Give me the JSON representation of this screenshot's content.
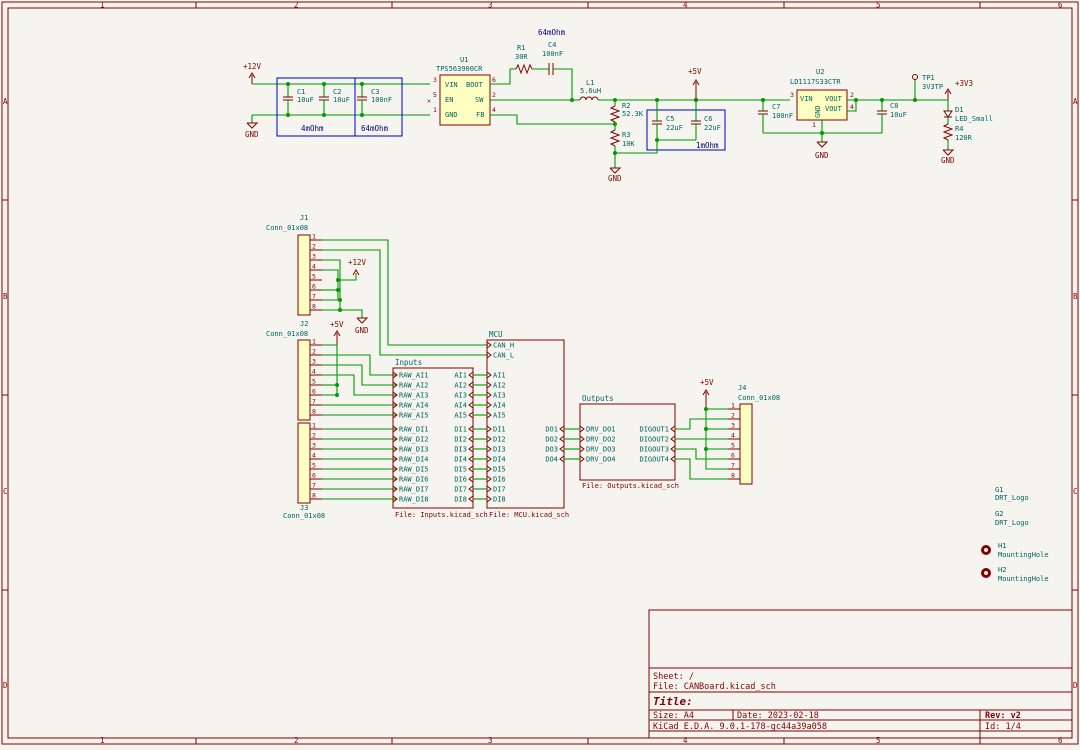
{
  "frame": {
    "columns": [
      "1",
      "2",
      "3",
      "4",
      "5",
      "6"
    ],
    "rows": [
      "A",
      "B",
      "C",
      "D"
    ]
  },
  "power_section": {
    "plus12_label": "+12V",
    "gnd_label": "GND",
    "plus5_label": "+5V",
    "plus3v3_label": "+3V3",
    "c1": {
      "ref": "C1",
      "value": "10uF"
    },
    "c2": {
      "ref": "C2",
      "value": "10uF"
    },
    "c3": {
      "ref": "C3",
      "value": "100nF"
    },
    "esr_4m": "4mOhm",
    "esr_64m": "64mOhm",
    "esr_64m_top": "64mOhm",
    "esr_1m": "1mOhm",
    "u1": {
      "ref": "U1",
      "value": "TPS563900CR",
      "pins": {
        "vin": "VIN",
        "en": "EN",
        "gnd": "GND",
        "boot": "BOOT",
        "sw": "SW",
        "fb": "FB"
      },
      "pin_numbers": [
        "3",
        "5",
        "1",
        "6",
        "2",
        "4"
      ]
    },
    "r1": {
      "ref": "R1",
      "value": "30R"
    },
    "c4": {
      "ref": "C4",
      "value": "100nF"
    },
    "l1": {
      "ref": "L1",
      "value": "5.6uH"
    },
    "r2": {
      "ref": "R2",
      "value": "52.3K"
    },
    "r3": {
      "ref": "R3",
      "value": "10K"
    },
    "c5": {
      "ref": "C5",
      "value": "22uF"
    },
    "c6": {
      "ref": "C6",
      "value": "22uF"
    },
    "u2": {
      "ref": "U2",
      "value": "LD1117S33CTR",
      "pins": {
        "vin": "VIN",
        "gnd": "GND",
        "vout1": "VOUT",
        "vout2": "VOUT"
      },
      "pin_numbers": [
        "3",
        "1",
        "2",
        "4"
      ]
    },
    "c7": {
      "ref": "C7",
      "value": "100nF"
    },
    "c8": {
      "ref": "C8",
      "value": "10uF"
    },
    "tp1": {
      "ref": "TP1",
      "value": "3V3TP"
    },
    "d1": {
      "ref": "D1",
      "value": "LED_Small"
    },
    "r4": {
      "ref": "R4",
      "value": "120R"
    }
  },
  "connectors": {
    "j1": {
      "ref": "J1",
      "value": "Conn_01x08"
    },
    "j2": {
      "ref": "J2",
      "value": "Conn_01x08"
    },
    "j3": {
      "ref": "J3",
      "value": "Conn_01x08"
    },
    "j4": {
      "ref": "J4",
      "value": "Conn_01x08"
    },
    "pins": [
      "1",
      "2",
      "3",
      "4",
      "5",
      "6",
      "7",
      "8"
    ]
  },
  "sheets": {
    "inputs": {
      "name": "Inputs",
      "file": "File: Inputs.kicad_sch",
      "left_pins": [
        "RAW_AI1",
        "RAW_AI2",
        "RAW_AI3",
        "RAW_AI4",
        "RAW_AI5",
        "RAW_DI1",
        "RAW_DI2",
        "RAW_DI3",
        "RAW_DI4",
        "RAW_DI5",
        "RAW_DI6",
        "RAW_DI7",
        "RAW_DI8"
      ],
      "right_pins": [
        "AI1",
        "AI2",
        "AI3",
        "AI4",
        "AI5",
        "DI1",
        "DI2",
        "DI3",
        "DI4",
        "DI5",
        "DI6",
        "DI7",
        "DI8"
      ]
    },
    "mcu": {
      "name": "MCU",
      "file": "File: MCU.kicad_sch",
      "can_pins": [
        "CAN_H",
        "CAN_L"
      ],
      "left_pins": [
        "AI1",
        "AI2",
        "AI3",
        "AI4",
        "AI5",
        "DI1",
        "DI2",
        "DI3",
        "DI4",
        "DI5",
        "DI6",
        "DI7",
        "DI8"
      ],
      "right_pins": [
        "DO1",
        "DO2",
        "DO3",
        "DO4"
      ]
    },
    "outputs": {
      "name": "Outputs",
      "file": "File: Outputs.kicad_sch",
      "left_pins": [
        "DRV_DO1",
        "DRV_DO2",
        "DRV_DO3",
        "DRV_DO4"
      ],
      "right_pins": [
        "DIGOUT1",
        "DIGOUT2",
        "DIGOUT3",
        "DIGOUT4"
      ]
    }
  },
  "misc_parts": {
    "g1": {
      "ref": "G1",
      "value": "DRT_Logo"
    },
    "g2": {
      "ref": "G2",
      "value": "DRT_Logo"
    },
    "h1": {
      "ref": "H1",
      "value": "MountingHole"
    },
    "h2": {
      "ref": "H2",
      "value": "MountingHole"
    }
  },
  "title_block": {
    "sheet": "Sheet: /",
    "file": "File: CANBoard.kicad_sch",
    "title": "Title:",
    "size": "Size: A4",
    "date": "Date: 2023-02-18",
    "rev": "Rev: v2",
    "tool": "KiCad E.D.A. 9.0.1-178-gc44a39a058",
    "id": "Id: 1/4"
  },
  "colors": {
    "frame": "#840000",
    "wire": "#009900",
    "text": "#006464",
    "body_fill": "#ffffc2",
    "blue_box": "#0000c8",
    "background": "#f5f4ef"
  }
}
